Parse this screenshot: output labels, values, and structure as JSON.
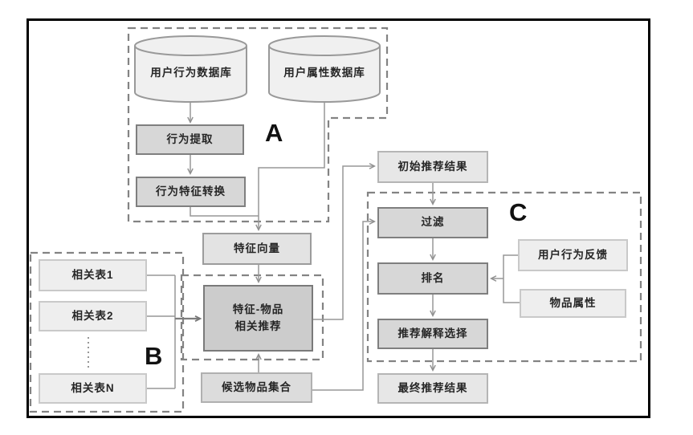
{
  "diagram": {
    "section_labels": {
      "a": "A",
      "b": "B",
      "c": "C"
    },
    "nodes": {
      "user_behavior_db": {
        "label": "用户行为数据库",
        "shape": "cylinder"
      },
      "user_attribute_db": {
        "label": "用户属性数据库",
        "shape": "cylinder"
      },
      "behavior_extraction": {
        "label": "行为提取"
      },
      "behavior_feature_conversion": {
        "label": "行为特征转换"
      },
      "feature_vector": {
        "label": "特征向量"
      },
      "related_table_1": {
        "label": "相关表1"
      },
      "related_table_2": {
        "label": "相关表2"
      },
      "related_table_n": {
        "label": "相关表N"
      },
      "feature_item_recommendation": {
        "label_line1": "特征-物品",
        "label_line2": "相关推荐"
      },
      "candidate_item_set": {
        "label": "候选物品集合"
      },
      "initial_recommendation_result": {
        "label": "初始推荐结果"
      },
      "filter": {
        "label": "过滤"
      },
      "ranking": {
        "label": "排名"
      },
      "recommendation_explanation_selection": {
        "label": "推荐解释选择"
      },
      "final_recommendation_result": {
        "label": "最终推荐结果"
      },
      "user_behavior_feedback": {
        "label": "用户行为反馈"
      },
      "item_attribute": {
        "label": "物品属性"
      }
    },
    "colors": {
      "frame_border": "#000000",
      "dashed_outline": "#838383",
      "connector": "#979797",
      "process_fill": "#d7d7d7",
      "process_border": "#7f7f7f",
      "emphasis_fill": "#cccccc",
      "result_fill": "#e7e7e7",
      "plain_fill": "#eeeeee",
      "cylinder_fill": "#f0f0f0",
      "text": "#262626"
    }
  }
}
